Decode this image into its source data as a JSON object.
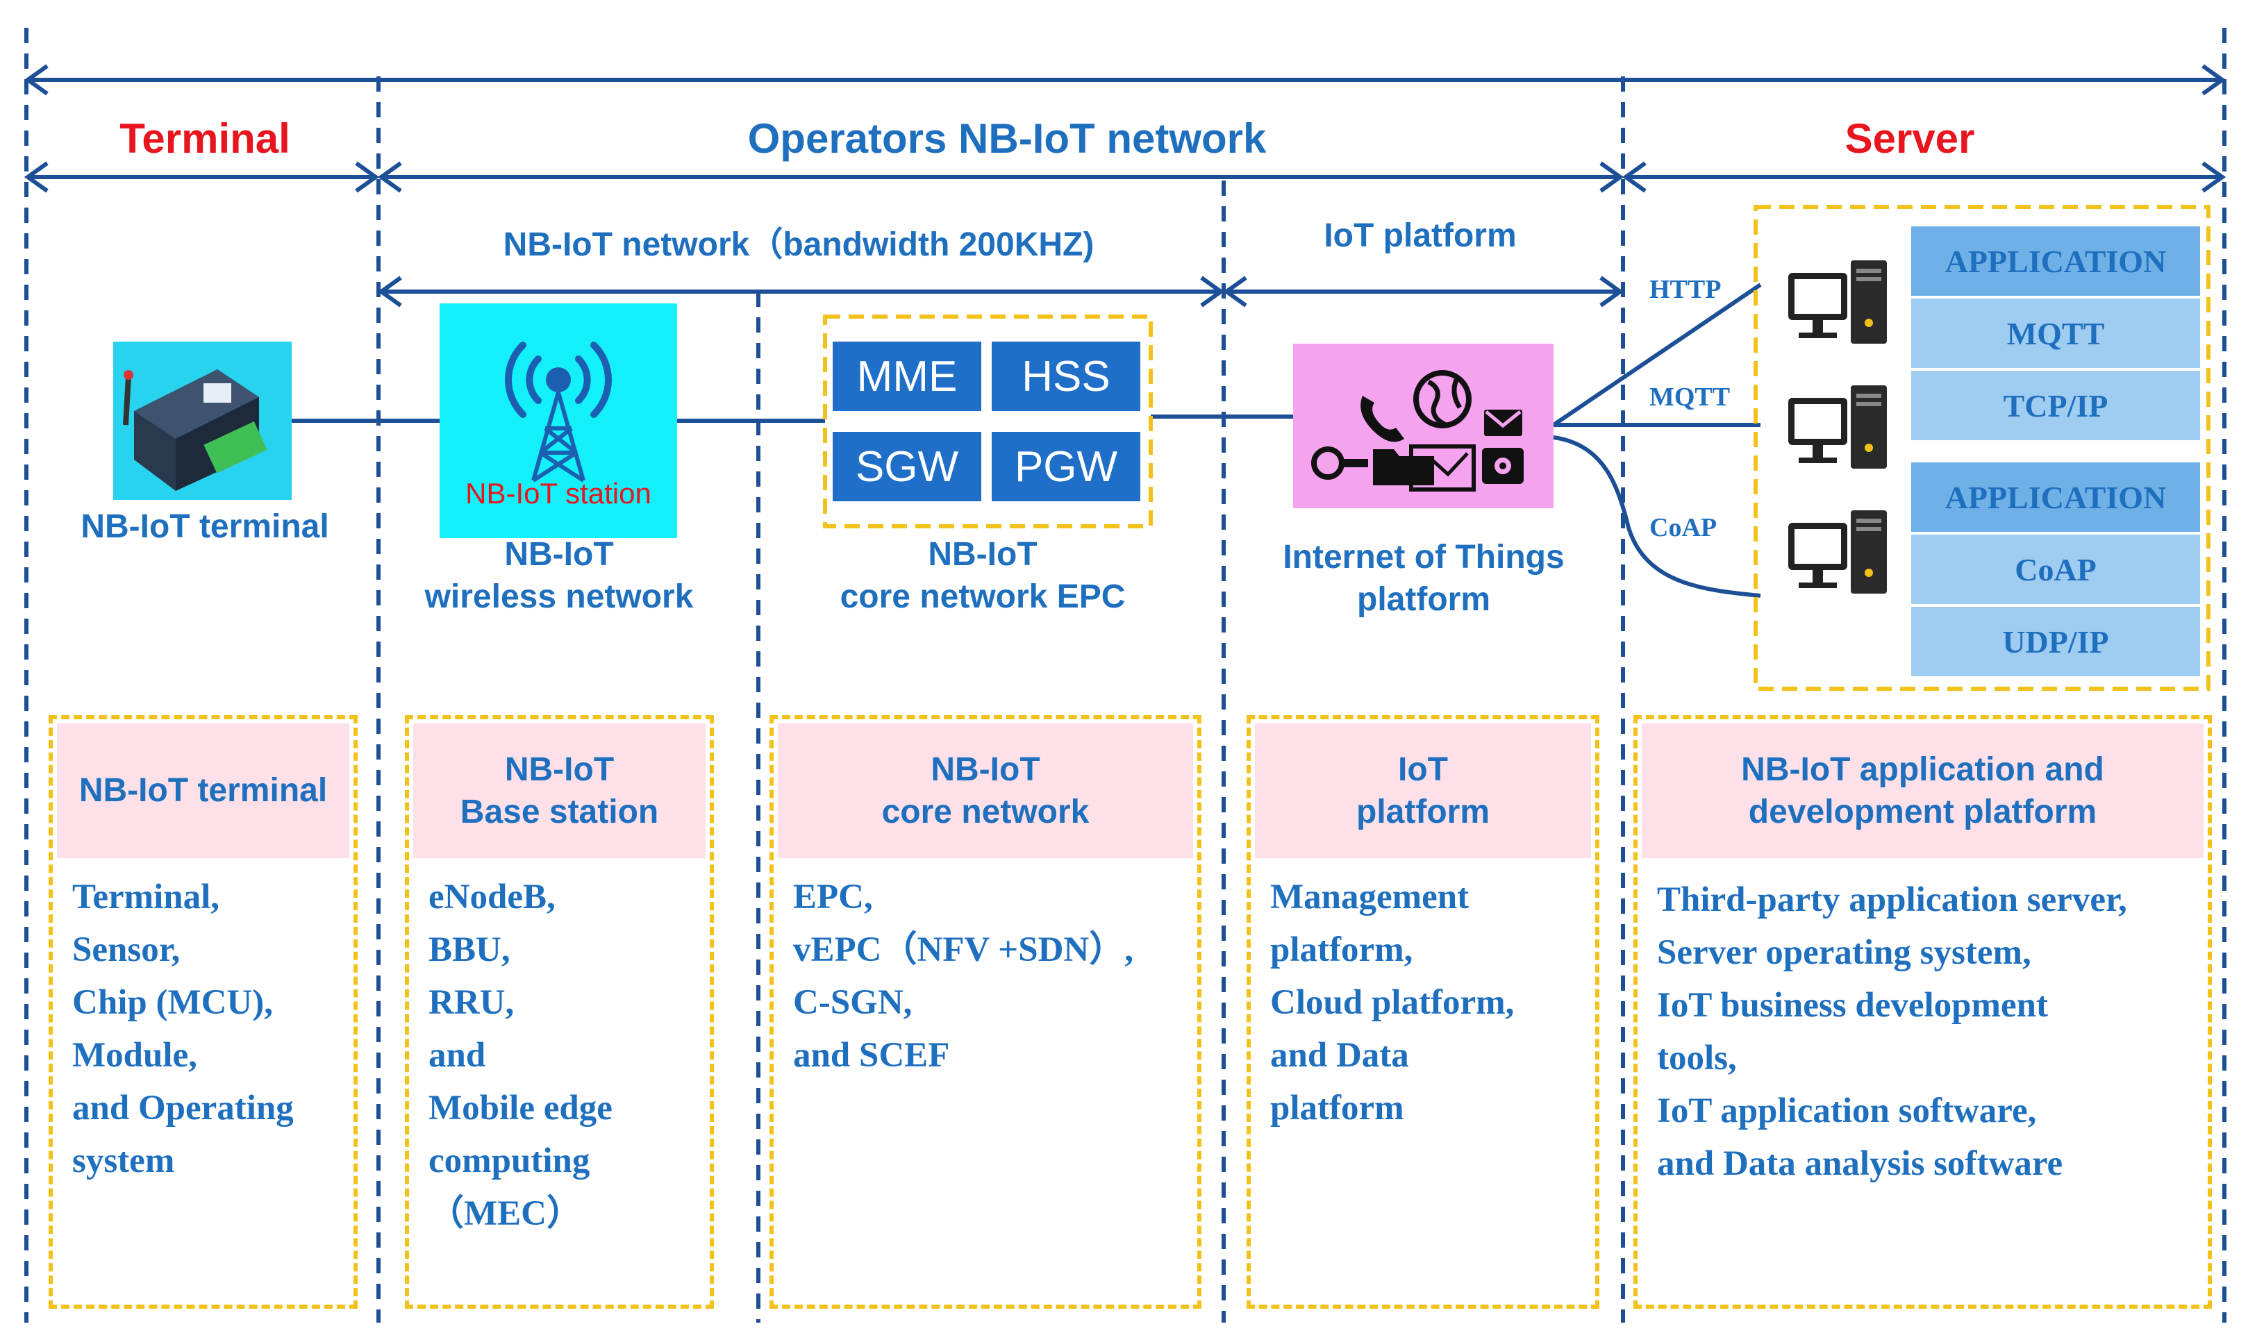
{
  "sections": {
    "terminal": {
      "label": "Terminal",
      "color": "#e8141e"
    },
    "operators": {
      "label": "Operators NB-IoT network",
      "color": "#1f6fbf"
    },
    "server": {
      "label": "Server",
      "color": "#e8141e"
    }
  },
  "subsections": {
    "nbiot_network": "NB-IoT network（bandwidth 200KHZ)",
    "iot_platform": "IoT platform"
  },
  "nodes": {
    "terminal": {
      "label": "NB-IoT terminal"
    },
    "station": {
      "inner_label": "NB-IoT station",
      "label_line1": "NB-IoT",
      "label_line2": "wireless network"
    },
    "epc": {
      "cells": [
        "MME",
        "HSS",
        "SGW",
        "PGW"
      ],
      "label_line1": "NB-IoT",
      "label_line2": "core network EPC"
    },
    "platform": {
      "label_line1": "Internet of Things",
      "label_line2": "platform"
    }
  },
  "protocols": [
    "HTTP",
    "MQTT",
    "CoAP"
  ],
  "stacks": [
    {
      "layers": [
        "APPLICATION",
        "MQTT",
        "TCP/IP"
      ]
    },
    {
      "layers": [
        "APPLICATION",
        "CoAP",
        "UDP/IP"
      ]
    }
  ],
  "panels": [
    {
      "header_lines": [
        "NB-IoT terminal"
      ],
      "items": [
        "Terminal,",
        "Sensor,",
        "Chip (MCU),",
        "Module,",
        "and Operating",
        "system"
      ]
    },
    {
      "header_lines": [
        "NB-IoT",
        "Base station"
      ],
      "items": [
        "eNodeB,",
        "BBU,",
        "RRU,",
        "and",
        "Mobile edge",
        "computing",
        "（MEC）"
      ]
    },
    {
      "header_lines": [
        "NB-IoT",
        "core network"
      ],
      "items": [
        "EPC,",
        "vEPC（NFV +SDN）,",
        "C-SGN,",
        "and SCEF"
      ]
    },
    {
      "header_lines": [
        "IoT",
        "platform"
      ],
      "items": [
        "Management",
        "platform,",
        "Cloud platform,",
        "and Data",
        "platform"
      ]
    },
    {
      "header_lines": [
        "NB-IoT application and",
        "development platform"
      ],
      "items": [
        "Third-party application server,",
        "Server operating system,",
        "IoT business development",
        "tools,",
        "IoT application software,",
        "and Data analysis software"
      ]
    }
  ],
  "colors": {
    "primary_blue": "#1f6fbf",
    "line_blue": "#1c4f96",
    "dash_yellow": "#f3c21a",
    "panel_pink": "#fde0e8",
    "station_cyan": "#13f0fa",
    "platform_pink": "#f5a3ef"
  }
}
